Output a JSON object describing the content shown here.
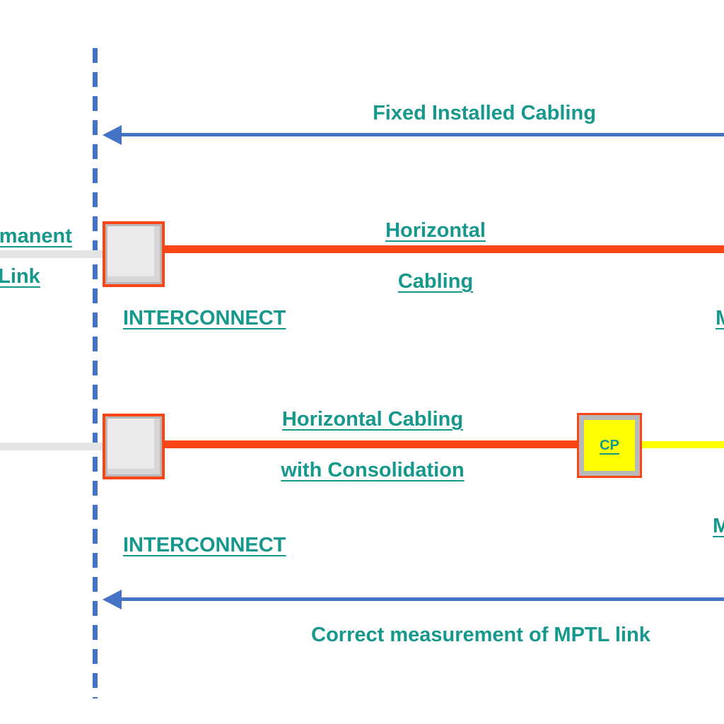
{
  "colors": {
    "teal": "#17988C",
    "blue": "#4472C4",
    "orange": "#FA4616",
    "yellow": "#FDFE02",
    "gray_cable": "#E4E4E4",
    "box_fill": "#EAEAEA",
    "box_edge": "#B9B9B9"
  },
  "top_arrow": {
    "title": "Fixed Installed Cabling"
  },
  "row1": {
    "left_label_line1": "Permanent",
    "left_label_line2": "Link",
    "cable_label_line1": "Horizontal",
    "cable_label_line2": "Cabling",
    "interconnect_label": "INTERCONNECT",
    "right_partial_label": "MPTL"
  },
  "row2": {
    "cable_label_line1": "Horizontal Cabling",
    "cable_label_line2": "with Consolidation",
    "cp_label": "CP",
    "interconnect_label": "INTERCONNECT",
    "right_partial_label": "MPTL"
  },
  "bottom_arrow": {
    "title": "Correct measurement of MPTL link"
  }
}
